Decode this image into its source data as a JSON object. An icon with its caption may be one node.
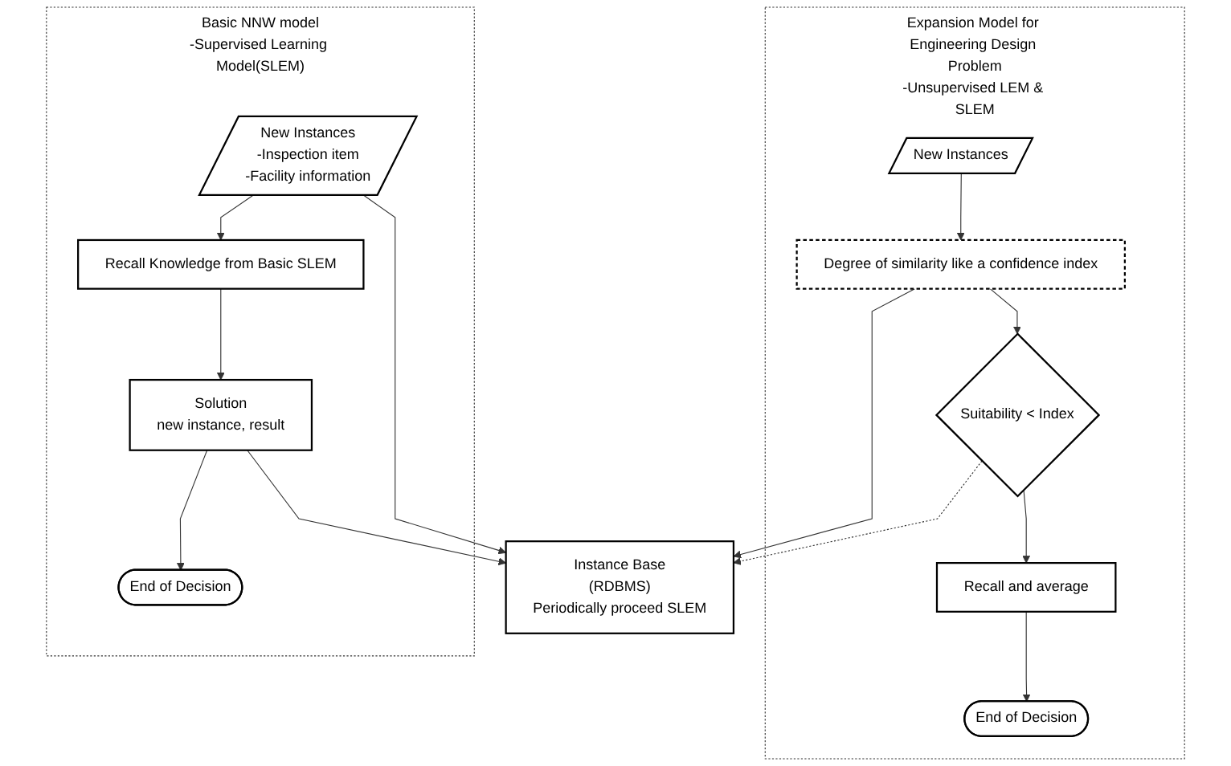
{
  "diagram": {
    "nodes": [
      {
        "text": [
          "Basic NNW model",
          "-Supervised Learning Model(SLEM)"
        ]
      },
      {
        "text": [
          "New Instances",
          "-Inspection item",
          "-Facility information"
        ],
        "in": 0
      },
      {
        "text": [
          "Recall Knowledge from Basic SLEM"
        ],
        "in": 0
      },
      {
        "text": [
          "Solution",
          "new instance, result"
        ],
        "in": 0
      },
      {
        "text": [
          "End of Decision"
        ],
        "in": 0
      },
      {
        "text": [
          "Instance Base",
          "(RDBMS)",
          "Periodically proceed SLEM"
        ]
      },
      {
        "text": [
          "Expansion Model for Engineering Design Problem",
          "-Unsupervised LEM & SLEM"
        ]
      },
      {
        "text": [
          "New Instances"
        ],
        "in": 6
      },
      {
        "text": [
          "Degree of similarity like a confidence index"
        ],
        "in": 6
      },
      {
        "text": [
          "Suitability < Index"
        ],
        "in": 6
      },
      {
        "text": [
          "Recall and average"
        ],
        "in": 6
      },
      {
        "text": [
          "End of Decision"
        ],
        "in": 6
      }
    ],
    "edges": [
      {
        "from": 1,
        "to": 2,
        "arrow": "to"
      },
      {
        "from": 1,
        "to": 5,
        "arrow": "to"
      },
      {
        "from": 2,
        "to": 3,
        "arrow": "to"
      },
      {
        "from": 3,
        "to": 4,
        "arrow": "to"
      },
      {
        "from": 3,
        "to": 5,
        "arrow": "to"
      },
      {
        "from": 7,
        "to": 8,
        "arrow": "to"
      },
      {
        "from": 8,
        "to": 5,
        "arrow": "to"
      },
      {
        "from": 8,
        "to": 9,
        "arrow": "to"
      },
      {
        "from": 9,
        "to": 5,
        "arrow": "to",
        "style": "dashed"
      },
      {
        "from": 9,
        "to": 10,
        "arrow": "to"
      },
      {
        "from": 10,
        "to": 11,
        "arrow": "to"
      }
    ]
  }
}
